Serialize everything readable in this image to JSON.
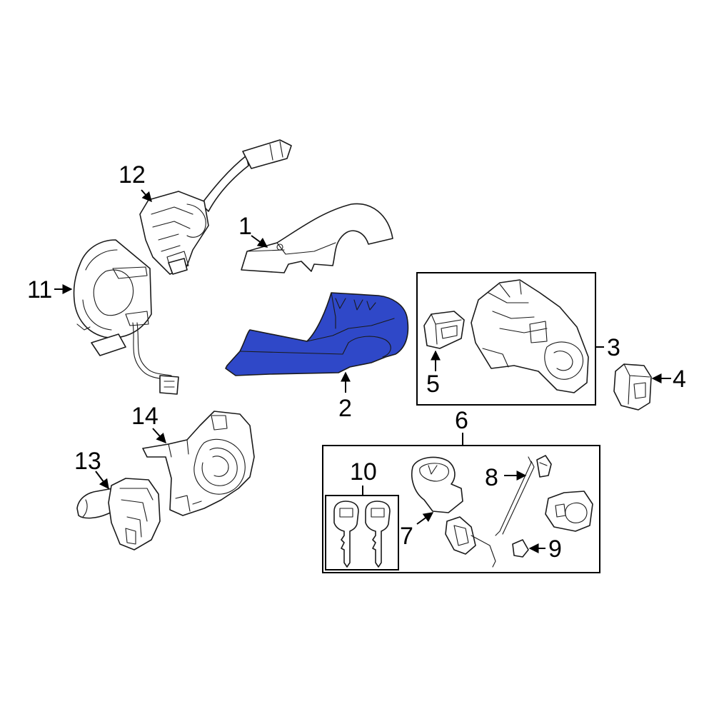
{
  "diagram": {
    "highlight_color": "#2f48c8",
    "outline_color": "#1a1a1a",
    "callouts": {
      "c1": "1",
      "c2": "2",
      "c3": "3",
      "c4": "4",
      "c5": "5",
      "c6": "6",
      "c7": "7",
      "c8": "8",
      "c9": "9",
      "c10": "10",
      "c11": "11",
      "c12": "12",
      "c13": "13",
      "c14": "14"
    }
  }
}
